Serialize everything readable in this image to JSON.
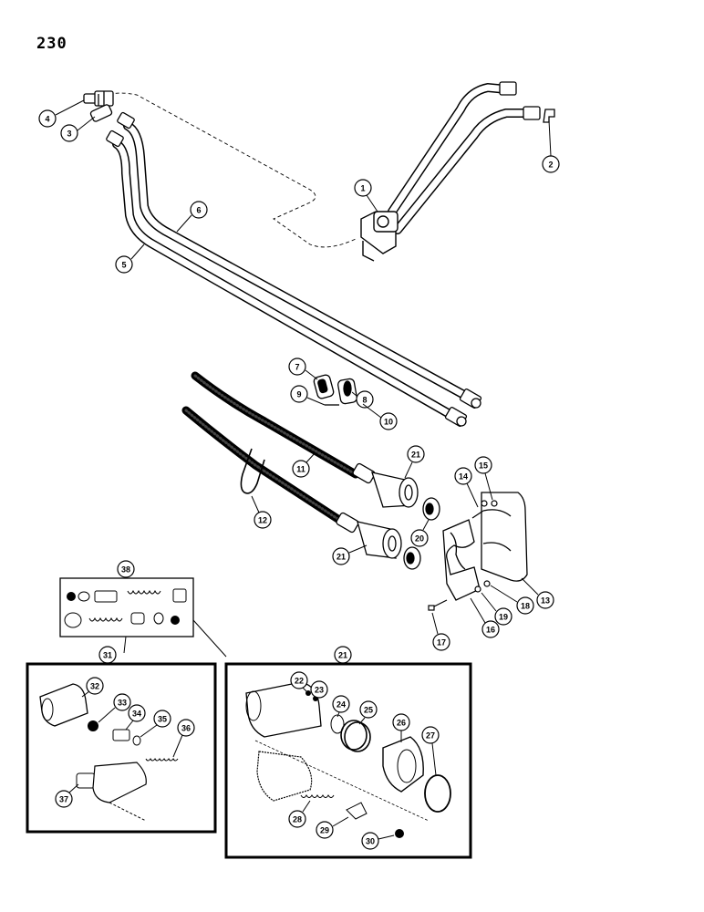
{
  "page_number": "230",
  "callouts": {
    "c1": "1",
    "c2": "2",
    "c3": "3",
    "c4": "4",
    "c5": "5",
    "c6": "6",
    "c7": "7",
    "c8": "8",
    "c9": "9",
    "c10": "10",
    "c11": "11",
    "c12": "12",
    "c13": "13",
    "c14": "14",
    "c15": "15",
    "c16": "16",
    "c17": "17",
    "c18": "18",
    "c19": "19",
    "c20": "20",
    "c21a": "21",
    "c21b": "21",
    "c21c": "21",
    "c22": "22",
    "c23": "23",
    "c24": "24",
    "c25": "25",
    "c26": "26",
    "c27": "27",
    "c28": "28",
    "c29": "29",
    "c30": "30",
    "c31": "31",
    "c32": "32",
    "c33": "33",
    "c34": "34",
    "c35": "35",
    "c36": "36",
    "c37": "37",
    "c38": "38"
  }
}
